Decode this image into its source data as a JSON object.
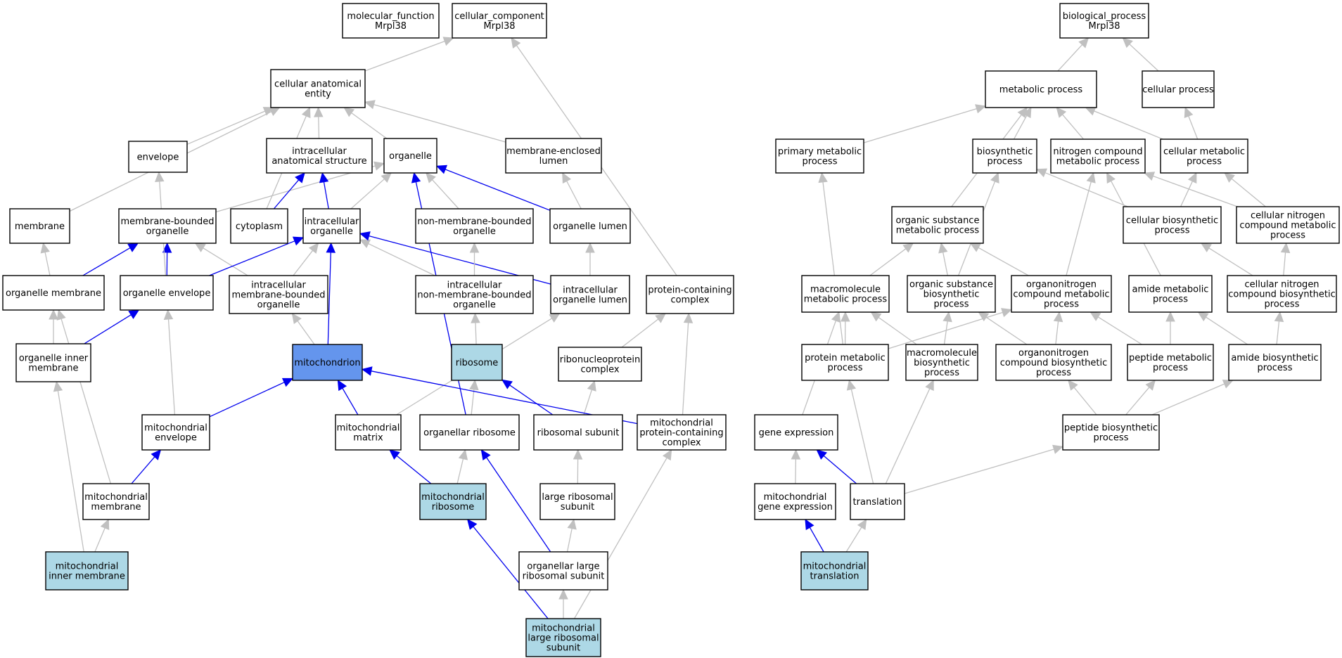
{
  "colors": {
    "plain_fill": "#ffffff",
    "query_fill": "#add8e6",
    "focus_fill": "#6495ed",
    "grey_edge": "#c0c0c0",
    "blue_edge": "#0000ee"
  },
  "nodes": [
    {
      "id": "mf",
      "lines": [
        "molecular_function",
        "Mrpl38"
      ],
      "style": "plain"
    },
    {
      "id": "cc",
      "lines": [
        "cellular_component",
        "Mrpl38"
      ],
      "style": "plain"
    },
    {
      "id": "bp",
      "lines": [
        "biological_process",
        "Mrpl38"
      ],
      "style": "plain"
    },
    {
      "id": "cae",
      "lines": [
        "cellular anatomical",
        "entity"
      ],
      "style": "plain"
    },
    {
      "id": "env",
      "lines": [
        "envelope"
      ],
      "style": "plain"
    },
    {
      "id": "ias",
      "lines": [
        "intracellular",
        "anatomical structure"
      ],
      "style": "plain"
    },
    {
      "id": "org",
      "lines": [
        "organelle"
      ],
      "style": "plain"
    },
    {
      "id": "mel",
      "lines": [
        "membrane-enclosed",
        "lumen"
      ],
      "style": "plain"
    },
    {
      "id": "mem",
      "lines": [
        "membrane"
      ],
      "style": "plain"
    },
    {
      "id": "mbo",
      "lines": [
        "membrane-bounded",
        "organelle"
      ],
      "style": "plain"
    },
    {
      "id": "cyt",
      "lines": [
        "cytoplasm"
      ],
      "style": "plain"
    },
    {
      "id": "io",
      "lines": [
        "intracellular",
        "organelle"
      ],
      "style": "plain"
    },
    {
      "id": "nmbo",
      "lines": [
        "non-membrane-bounded",
        "organelle"
      ],
      "style": "plain"
    },
    {
      "id": "ol",
      "lines": [
        "organelle lumen"
      ],
      "style": "plain"
    },
    {
      "id": "om",
      "lines": [
        "organelle membrane"
      ],
      "style": "plain"
    },
    {
      "id": "oe",
      "lines": [
        "organelle envelope"
      ],
      "style": "plain"
    },
    {
      "id": "imbo",
      "lines": [
        "intracellular",
        "membrane-bounded",
        "organelle"
      ],
      "style": "plain"
    },
    {
      "id": "inmbo",
      "lines": [
        "intracellular",
        "non-membrane-bounded",
        "organelle"
      ],
      "style": "plain"
    },
    {
      "id": "iol",
      "lines": [
        "intracellular",
        "organelle lumen"
      ],
      "style": "plain"
    },
    {
      "id": "pcc",
      "lines": [
        "protein-containing",
        "complex"
      ],
      "style": "plain"
    },
    {
      "id": "oim",
      "lines": [
        "organelle inner",
        "membrane"
      ],
      "style": "plain"
    },
    {
      "id": "mito",
      "lines": [
        "mitochondrion"
      ],
      "style": "focus"
    },
    {
      "id": "ribo",
      "lines": [
        "ribosome"
      ],
      "style": "query"
    },
    {
      "id": "rnp",
      "lines": [
        "ribonucleoprotein",
        "complex"
      ],
      "style": "plain"
    },
    {
      "id": "menv",
      "lines": [
        "mitochondrial",
        "envelope"
      ],
      "style": "plain"
    },
    {
      "id": "mmat",
      "lines": [
        "mitochondrial",
        "matrix"
      ],
      "style": "plain"
    },
    {
      "id": "orib",
      "lines": [
        "organellar ribosome"
      ],
      "style": "plain"
    },
    {
      "id": "rsu",
      "lines": [
        "ribosomal subunit"
      ],
      "style": "plain"
    },
    {
      "id": "mpcc",
      "lines": [
        "mitochondrial",
        "protein-containing",
        "complex"
      ],
      "style": "plain"
    },
    {
      "id": "mmem",
      "lines": [
        "mitochondrial",
        "membrane"
      ],
      "style": "plain"
    },
    {
      "id": "mrib",
      "lines": [
        "mitochondrial",
        "ribosome"
      ],
      "style": "query"
    },
    {
      "id": "lrsu",
      "lines": [
        "large ribosomal",
        "subunit"
      ],
      "style": "plain"
    },
    {
      "id": "mim",
      "lines": [
        "mitochondrial",
        "inner membrane"
      ],
      "style": "query"
    },
    {
      "id": "olrsu",
      "lines": [
        "organellar large",
        "ribosomal subunit"
      ],
      "style": "plain"
    },
    {
      "id": "mlrsu",
      "lines": [
        "mitochondrial",
        "large ribosomal",
        "subunit"
      ],
      "style": "query"
    },
    {
      "id": "metp",
      "lines": [
        "metabolic process"
      ],
      "style": "plain"
    },
    {
      "id": "cellp",
      "lines": [
        "cellular process"
      ],
      "style": "plain"
    },
    {
      "id": "pmp",
      "lines": [
        "primary metabolic",
        "process"
      ],
      "style": "plain"
    },
    {
      "id": "bsp",
      "lines": [
        "biosynthetic",
        "process"
      ],
      "style": "plain"
    },
    {
      "id": "ncmp",
      "lines": [
        "nitrogen compound",
        "metabolic process"
      ],
      "style": "plain"
    },
    {
      "id": "cmp",
      "lines": [
        "cellular metabolic",
        "process"
      ],
      "style": "plain"
    },
    {
      "id": "osmp",
      "lines": [
        "organic substance",
        "metabolic process"
      ],
      "style": "plain"
    },
    {
      "id": "cbp",
      "lines": [
        "cellular biosynthetic",
        "process"
      ],
      "style": "plain"
    },
    {
      "id": "cncmp",
      "lines": [
        "cellular nitrogen",
        "compound metabolic",
        "process"
      ],
      "style": "plain"
    },
    {
      "id": "mmp",
      "lines": [
        "macromolecule",
        "metabolic process"
      ],
      "style": "plain"
    },
    {
      "id": "osbp",
      "lines": [
        "organic substance",
        "biosynthetic",
        "process"
      ],
      "style": "plain"
    },
    {
      "id": "oncmp",
      "lines": [
        "organonitrogen",
        "compound metabolic",
        "process"
      ],
      "style": "plain"
    },
    {
      "id": "amp",
      "lines": [
        "amide metabolic",
        "process"
      ],
      "style": "plain"
    },
    {
      "id": "cncbp",
      "lines": [
        "cellular nitrogen",
        "compound biosynthetic",
        "process"
      ],
      "style": "plain"
    },
    {
      "id": "protmp",
      "lines": [
        "protein metabolic",
        "process"
      ],
      "style": "plain"
    },
    {
      "id": "mbp",
      "lines": [
        "macromolecule",
        "biosynthetic",
        "process"
      ],
      "style": "plain"
    },
    {
      "id": "oncbp",
      "lines": [
        "organonitrogen",
        "compound biosynthetic",
        "process"
      ],
      "style": "plain"
    },
    {
      "id": "pepmp",
      "lines": [
        "peptide metabolic",
        "process"
      ],
      "style": "plain"
    },
    {
      "id": "abp",
      "lines": [
        "amide biosynthetic",
        "process"
      ],
      "style": "plain"
    },
    {
      "id": "ge",
      "lines": [
        "gene expression"
      ],
      "style": "plain"
    },
    {
      "id": "pbp",
      "lines": [
        "peptide biosynthetic",
        "process"
      ],
      "style": "plain"
    },
    {
      "id": "mge",
      "lines": [
        "mitochondrial",
        "gene expression"
      ],
      "style": "plain"
    },
    {
      "id": "trans",
      "lines": [
        "translation"
      ],
      "style": "plain"
    },
    {
      "id": "mtrans",
      "lines": [
        "mitochondrial",
        "translation"
      ],
      "style": "query"
    }
  ],
  "edges": [
    {
      "from": "cae",
      "to": "cc",
      "color": "grey"
    },
    {
      "from": "pcc",
      "to": "cc",
      "color": "grey"
    },
    {
      "from": "metp",
      "to": "bp",
      "color": "grey"
    },
    {
      "from": "cellp",
      "to": "bp",
      "color": "grey"
    },
    {
      "from": "env",
      "to": "cae",
      "color": "grey"
    },
    {
      "from": "ias",
      "to": "cae",
      "color": "grey"
    },
    {
      "from": "org",
      "to": "cae",
      "color": "grey"
    },
    {
      "from": "mel",
      "to": "cae",
      "color": "grey"
    },
    {
      "from": "mem",
      "to": "cae",
      "color": "grey"
    },
    {
      "from": "cyt",
      "to": "cae",
      "color": "grey"
    },
    {
      "from": "mbo",
      "to": "org",
      "color": "grey"
    },
    {
      "from": "io",
      "to": "org",
      "color": "grey"
    },
    {
      "from": "nmbo",
      "to": "org",
      "color": "grey"
    },
    {
      "from": "ol",
      "to": "org",
      "color": "blue"
    },
    {
      "from": "cyt",
      "to": "ias",
      "color": "blue"
    },
    {
      "from": "io",
      "to": "ias",
      "color": "blue"
    },
    {
      "from": "ol",
      "to": "mel",
      "color": "grey"
    },
    {
      "from": "om",
      "to": "mem",
      "color": "grey"
    },
    {
      "from": "om",
      "to": "mbo",
      "color": "blue"
    },
    {
      "from": "oe",
      "to": "mbo",
      "color": "blue"
    },
    {
      "from": "imbo",
      "to": "mbo",
      "color": "grey"
    },
    {
      "from": "oe",
      "to": "env",
      "color": "grey"
    },
    {
      "from": "oe",
      "to": "io",
      "color": "blue"
    },
    {
      "from": "imbo",
      "to": "io",
      "color": "grey"
    },
    {
      "from": "inmbo",
      "to": "io",
      "color": "grey"
    },
    {
      "from": "iol",
      "to": "io",
      "color": "blue"
    },
    {
      "from": "inmbo",
      "to": "nmbo",
      "color": "grey"
    },
    {
      "from": "iol",
      "to": "ol",
      "color": "grey"
    },
    {
      "from": "oim",
      "to": "om",
      "color": "grey"
    },
    {
      "from": "oim",
      "to": "oe",
      "color": "blue"
    },
    {
      "from": "mito",
      "to": "imbo",
      "color": "grey"
    },
    {
      "from": "mito",
      "to": "io",
      "color": "blue"
    },
    {
      "from": "ribo",
      "to": "inmbo",
      "color": "grey"
    },
    {
      "from": "rnp",
      "to": "pcc",
      "color": "grey"
    },
    {
      "from": "menv",
      "to": "oe",
      "color": "grey"
    },
    {
      "from": "menv",
      "to": "mito",
      "color": "blue"
    },
    {
      "from": "mmat",
      "to": "mito",
      "color": "blue"
    },
    {
      "from": "mmat",
      "to": "iol",
      "color": "grey"
    },
    {
      "from": "orib",
      "to": "ribo",
      "color": "grey"
    },
    {
      "from": "orib",
      "to": "org",
      "color": "blue"
    },
    {
      "from": "rsu",
      "to": "ribo",
      "color": "blue"
    },
    {
      "from": "rsu",
      "to": "rnp",
      "color": "grey"
    },
    {
      "from": "mpcc",
      "to": "mito",
      "color": "blue"
    },
    {
      "from": "mpcc",
      "to": "pcc",
      "color": "grey"
    },
    {
      "from": "mmem",
      "to": "menv",
      "color": "blue"
    },
    {
      "from": "mmem",
      "to": "om",
      "color": "grey"
    },
    {
      "from": "mrib",
      "to": "mmat",
      "color": "blue"
    },
    {
      "from": "mrib",
      "to": "orib",
      "color": "grey"
    },
    {
      "from": "lrsu",
      "to": "rsu",
      "color": "grey"
    },
    {
      "from": "mim",
      "to": "mmem",
      "color": "grey"
    },
    {
      "from": "mim",
      "to": "oim",
      "color": "grey"
    },
    {
      "from": "olrsu",
      "to": "lrsu",
      "color": "grey"
    },
    {
      "from": "olrsu",
      "to": "orib",
      "color": "blue"
    },
    {
      "from": "mlrsu",
      "to": "olrsu",
      "color": "grey"
    },
    {
      "from": "mlrsu",
      "to": "mrib",
      "color": "blue"
    },
    {
      "from": "mlrsu",
      "to": "mpcc",
      "color": "grey"
    },
    {
      "from": "pmp",
      "to": "metp",
      "color": "grey"
    },
    {
      "from": "bsp",
      "to": "metp",
      "color": "grey"
    },
    {
      "from": "ncmp",
      "to": "metp",
      "color": "grey"
    },
    {
      "from": "cmp",
      "to": "metp",
      "color": "grey"
    },
    {
      "from": "osmp",
      "to": "metp",
      "color": "grey"
    },
    {
      "from": "cmp",
      "to": "cellp",
      "color": "grey"
    },
    {
      "from": "cbp",
      "to": "bsp",
      "color": "grey"
    },
    {
      "from": "cbp",
      "to": "cmp",
      "color": "grey"
    },
    {
      "from": "cncmp",
      "to": "ncmp",
      "color": "grey"
    },
    {
      "from": "cncmp",
      "to": "cmp",
      "color": "grey"
    },
    {
      "from": "mmp",
      "to": "osmp",
      "color": "grey"
    },
    {
      "from": "osbp",
      "to": "osmp",
      "color": "grey"
    },
    {
      "from": "osbp",
      "to": "bsp",
      "color": "grey"
    },
    {
      "from": "oncmp",
      "to": "osmp",
      "color": "grey"
    },
    {
      "from": "oncmp",
      "to": "ncmp",
      "color": "grey"
    },
    {
      "from": "amp",
      "to": "ncmp",
      "color": "grey"
    },
    {
      "from": "cncbp",
      "to": "cbp",
      "color": "grey"
    },
    {
      "from": "cncbp",
      "to": "cncmp",
      "color": "grey"
    },
    {
      "from": "protmp",
      "to": "mmp",
      "color": "grey"
    },
    {
      "from": "protmp",
      "to": "oncmp",
      "color": "grey"
    },
    {
      "from": "protmp",
      "to": "pmp",
      "color": "grey"
    },
    {
      "from": "mbp",
      "to": "mmp",
      "color": "grey"
    },
    {
      "from": "mbp",
      "to": "osbp",
      "color": "grey"
    },
    {
      "from": "oncbp",
      "to": "oncmp",
      "color": "grey"
    },
    {
      "from": "oncbp",
      "to": "osbp",
      "color": "grey"
    },
    {
      "from": "pepmp",
      "to": "amp",
      "color": "grey"
    },
    {
      "from": "pepmp",
      "to": "oncmp",
      "color": "grey"
    },
    {
      "from": "abp",
      "to": "amp",
      "color": "grey"
    },
    {
      "from": "abp",
      "to": "cncbp",
      "color": "grey"
    },
    {
      "from": "ge",
      "to": "mmp",
      "color": "grey"
    },
    {
      "from": "pbp",
      "to": "pepmp",
      "color": "grey"
    },
    {
      "from": "pbp",
      "to": "abp",
      "color": "grey"
    },
    {
      "from": "pbp",
      "to": "oncbp",
      "color": "grey"
    },
    {
      "from": "mge",
      "to": "ge",
      "color": "grey"
    },
    {
      "from": "trans",
      "to": "ge",
      "color": "blue"
    },
    {
      "from": "trans",
      "to": "protmp",
      "color": "grey"
    },
    {
      "from": "trans",
      "to": "mbp",
      "color": "grey"
    },
    {
      "from": "trans",
      "to": "pbp",
      "color": "grey"
    },
    {
      "from": "mtrans",
      "to": "mge",
      "color": "blue"
    },
    {
      "from": "mtrans",
      "to": "trans",
      "color": "grey"
    }
  ]
}
